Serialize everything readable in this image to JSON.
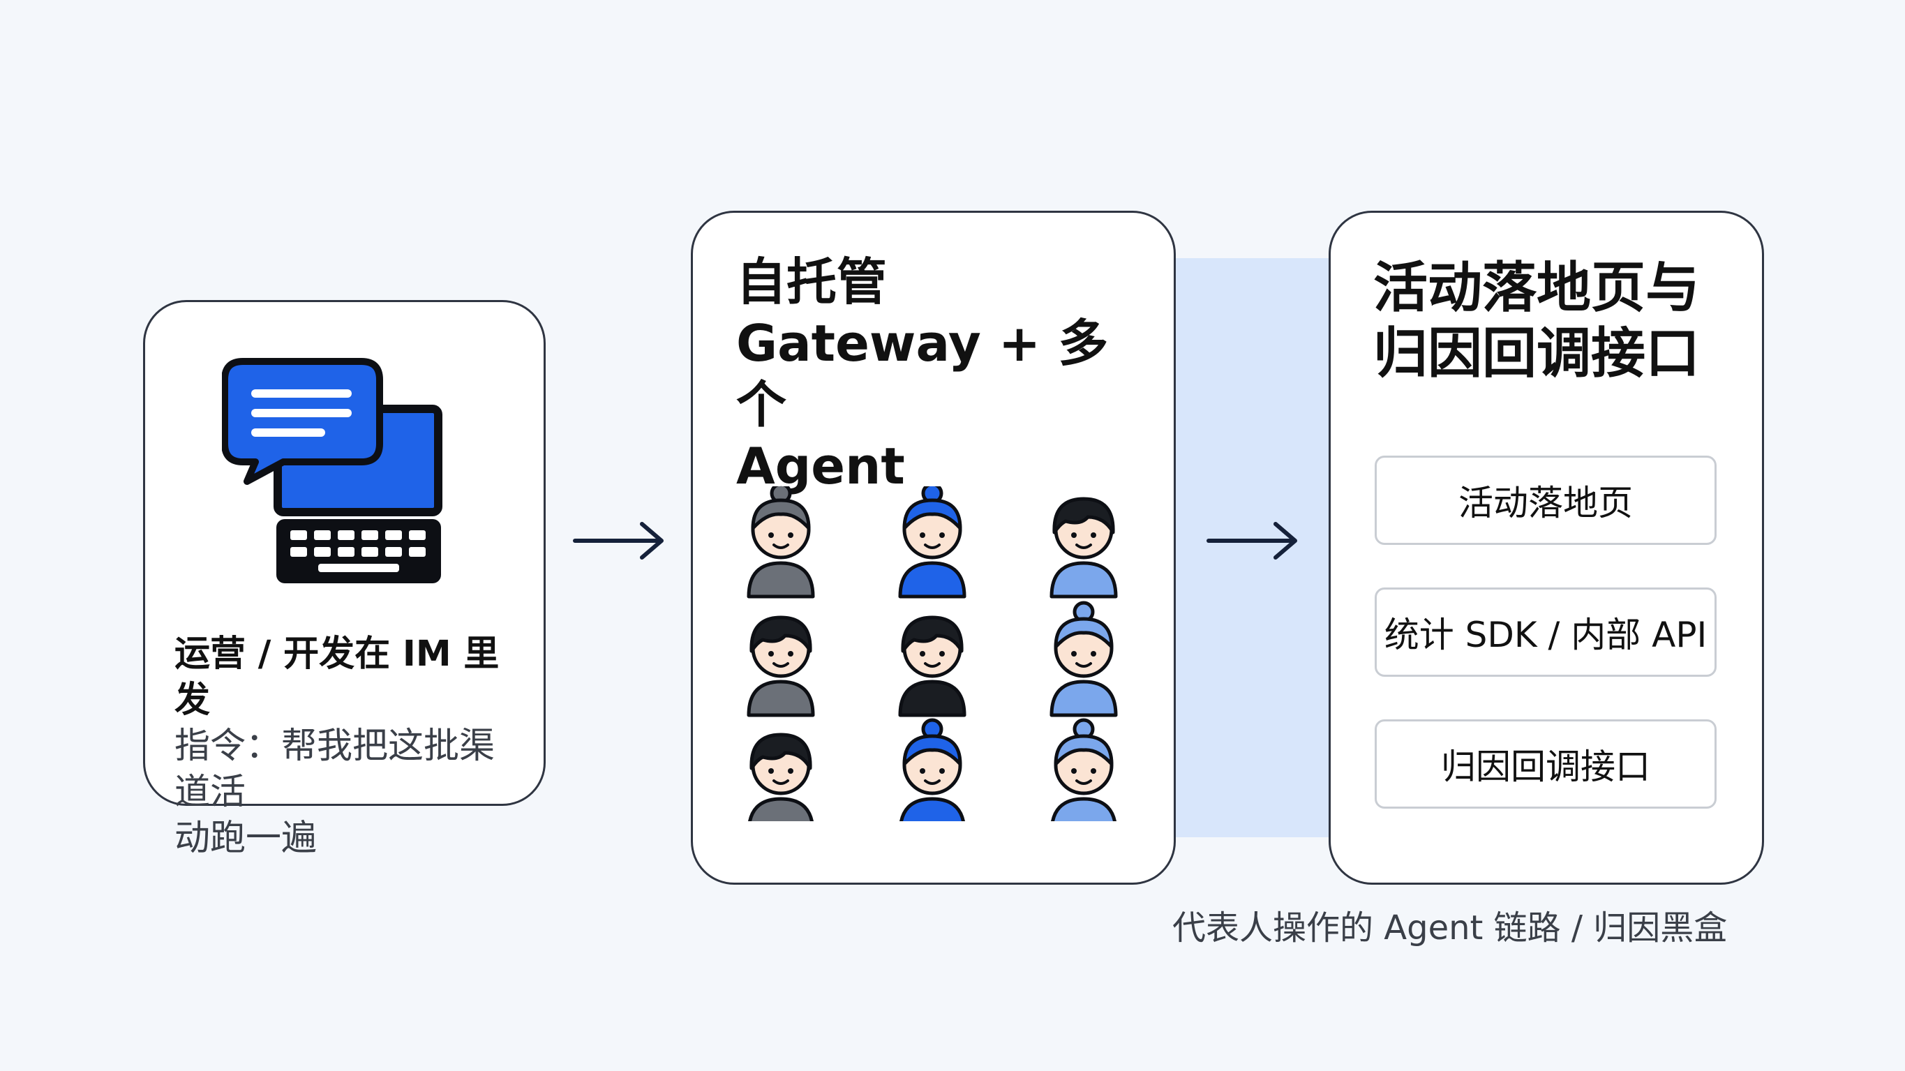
{
  "left_card": {
    "bold_line": "运营 / 开发在 IM 里发",
    "line2": "指令：帮我把这批渠道活",
    "line3": "动跑一遍"
  },
  "middle_card": {
    "title_line1": "自托管",
    "title_line2": "Gateway + 多个",
    "title_line3": "Agent"
  },
  "right_card": {
    "title_line1": "活动落地页与",
    "title_line2": "归因回调接口",
    "services": [
      "活动落地页",
      "统计 SDK / 内部 API",
      "归因回调接口"
    ]
  },
  "caption": "代表人操作的 Agent 链路 / 归因黑盒",
  "colors": {
    "accent_blue": "#1f63e8",
    "light_blue": "#7ba7ec",
    "grey": "#6b7078",
    "dark": "#1a1d22",
    "connector": "#d8e6fb"
  }
}
